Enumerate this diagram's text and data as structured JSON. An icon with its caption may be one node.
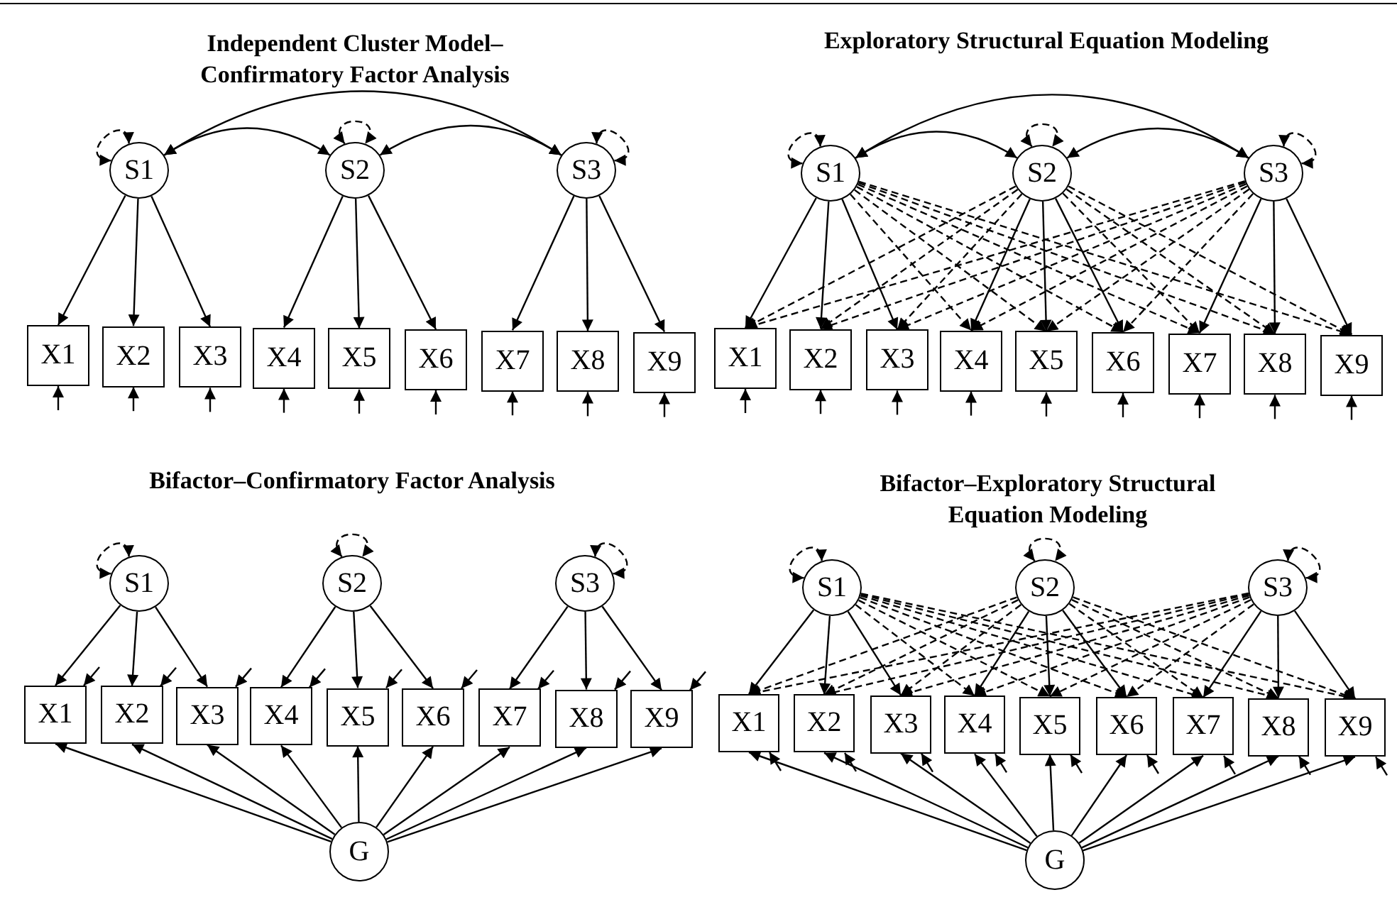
{
  "diagram": {
    "nodes": [
      {
        "text": [
          "S1"
        ]
      },
      {
        "text": [
          "S2"
        ]
      },
      {
        "text": [
          "S3"
        ]
      },
      {
        "text": [
          "X1"
        ]
      },
      {
        "text": [
          "X2"
        ]
      },
      {
        "text": [
          "X3"
        ]
      },
      {
        "text": [
          "X4"
        ]
      },
      {
        "text": [
          "X5"
        ]
      },
      {
        "text": [
          "X6"
        ]
      },
      {
        "text": [
          "X7"
        ]
      },
      {
        "text": [
          "X8"
        ]
      },
      {
        "text": [
          "X9"
        ]
      },
      {
        "text": [
          "S1"
        ]
      },
      {
        "text": [
          "S2"
        ]
      },
      {
        "text": [
          "S3"
        ]
      },
      {
        "text": [
          "X1"
        ]
      },
      {
        "text": [
          "X2"
        ]
      },
      {
        "text": [
          "X3"
        ]
      },
      {
        "text": [
          "X4"
        ]
      },
      {
        "text": [
          "X5"
        ]
      },
      {
        "text": [
          "X6"
        ]
      },
      {
        "text": [
          "X7"
        ]
      },
      {
        "text": [
          "X8"
        ]
      },
      {
        "text": [
          "X9"
        ]
      },
      {
        "text": [
          "S1"
        ]
      },
      {
        "text": [
          "S2"
        ]
      },
      {
        "text": [
          "S3"
        ]
      },
      {
        "text": [
          "X1"
        ]
      },
      {
        "text": [
          "X2"
        ]
      },
      {
        "text": [
          "X3"
        ]
      },
      {
        "text": [
          "X4"
        ]
      },
      {
        "text": [
          "X5"
        ]
      },
      {
        "text": [
          "X6"
        ]
      },
      {
        "text": [
          "X7"
        ]
      },
      {
        "text": [
          "X8"
        ]
      },
      {
        "text": [
          "X9"
        ]
      },
      {
        "text": [
          "G"
        ]
      },
      {
        "text": [
          "S1"
        ]
      },
      {
        "text": [
          "S2"
        ]
      },
      {
        "text": [
          "S3"
        ]
      },
      {
        "text": [
          "X1"
        ]
      },
      {
        "text": [
          "X2"
        ]
      },
      {
        "text": [
          "X3"
        ]
      },
      {
        "text": [
          "X4"
        ]
      },
      {
        "text": [
          "X5"
        ]
      },
      {
        "text": [
          "X6"
        ]
      },
      {
        "text": [
          "X7"
        ]
      },
      {
        "text": [
          "X8"
        ]
      },
      {
        "text": [
          "X9"
        ]
      },
      {
        "text": [
          "G"
        ]
      }
    ],
    "edges": [
      {
        "from": 0,
        "to": 2,
        "arrow": "both"
      },
      {
        "from": 0,
        "to": 0,
        "arrow": "both",
        "style": "dashed"
      },
      {
        "from": 1,
        "to": 1,
        "arrow": "both",
        "style": "dashed"
      },
      {
        "from": 2,
        "to": 2,
        "arrow": "both",
        "style": "dashed"
      },
      {
        "from": 0,
        "to": 1,
        "arrow": "both"
      },
      {
        "from": 1,
        "to": 2,
        "arrow": "both"
      },
      {
        "from": 0,
        "to": 3,
        "arrow": "to"
      },
      {
        "from": 0,
        "to": 4,
        "arrow": "to"
      },
      {
        "from": 0,
        "to": 5,
        "arrow": "to"
      },
      {
        "from": 1,
        "to": 6,
        "arrow": "to"
      },
      {
        "from": 1,
        "to": 7,
        "arrow": "to"
      },
      {
        "from": 1,
        "to": 8,
        "arrow": "to"
      },
      {
        "from": 2,
        "to": 9,
        "arrow": "to"
      },
      {
        "from": 2,
        "to": 10,
        "arrow": "to"
      },
      {
        "from": 2,
        "to": 11,
        "arrow": "to"
      },
      {
        "from": null,
        "to": 3,
        "arrow": "to"
      },
      {
        "from": null,
        "to": 4,
        "arrow": "to"
      },
      {
        "from": null,
        "to": 5,
        "arrow": "to"
      },
      {
        "from": null,
        "to": 6,
        "arrow": "to"
      },
      {
        "from": null,
        "to": 7,
        "arrow": "to"
      },
      {
        "from": null,
        "to": 8,
        "arrow": "to"
      },
      {
        "from": null,
        "to": 9,
        "arrow": "to"
      },
      {
        "from": null,
        "to": 10,
        "arrow": "to"
      },
      {
        "from": null,
        "to": 11,
        "arrow": "to"
      },
      {
        "from": 12,
        "to": 14,
        "arrow": "both"
      },
      {
        "from": 12,
        "to": 12,
        "arrow": "both",
        "style": "dashed"
      },
      {
        "from": 13,
        "to": 13,
        "arrow": "both",
        "style": "dashed"
      },
      {
        "from": 14,
        "to": 14,
        "arrow": "both",
        "style": "dashed"
      },
      {
        "from": 12,
        "to": 13,
        "arrow": "both"
      },
      {
        "from": 13,
        "to": 14,
        "arrow": "both"
      },
      {
        "from": 12,
        "to": 15,
        "arrow": "to"
      },
      {
        "from": 12,
        "to": 16,
        "arrow": "to"
      },
      {
        "from": 12,
        "to": 17,
        "arrow": "to"
      },
      {
        "from": 12,
        "to": 18,
        "arrow": "to",
        "style": "dashed"
      },
      {
        "from": 12,
        "to": 19,
        "arrow": "to",
        "style": "dashed"
      },
      {
        "from": 12,
        "to": 20,
        "arrow": "to",
        "style": "dashed"
      },
      {
        "from": 12,
        "to": 21,
        "arrow": "to",
        "style": "dashed"
      },
      {
        "from": 12,
        "to": 22,
        "arrow": "to",
        "style": "dashed"
      },
      {
        "from": 12,
        "to": 23,
        "arrow": "to",
        "style": "dashed"
      },
      {
        "from": 13,
        "to": 15,
        "arrow": "to",
        "style": "dashed"
      },
      {
        "from": 13,
        "to": 16,
        "arrow": "to",
        "style": "dashed"
      },
      {
        "from": 13,
        "to": 17,
        "arrow": "to",
        "style": "dashed"
      },
      {
        "from": 13,
        "to": 18,
        "arrow": "to"
      },
      {
        "from": 13,
        "to": 19,
        "arrow": "to"
      },
      {
        "from": 13,
        "to": 20,
        "arrow": "to"
      },
      {
        "from": 13,
        "to": 21,
        "arrow": "to",
        "style": "dashed"
      },
      {
        "from": 13,
        "to": 22,
        "arrow": "to",
        "style": "dashed"
      },
      {
        "from": 13,
        "to": 23,
        "arrow": "to",
        "style": "dashed"
      },
      {
        "from": 14,
        "to": 15,
        "arrow": "to",
        "style": "dashed"
      },
      {
        "from": 14,
        "to": 16,
        "arrow": "to",
        "style": "dashed"
      },
      {
        "from": 14,
        "to": 17,
        "arrow": "to",
        "style": "dashed"
      },
      {
        "from": 14,
        "to": 18,
        "arrow": "to",
        "style": "dashed"
      },
      {
        "from": 14,
        "to": 19,
        "arrow": "to",
        "style": "dashed"
      },
      {
        "from": 14,
        "to": 20,
        "arrow": "to",
        "style": "dashed"
      },
      {
        "from": 14,
        "to": 21,
        "arrow": "to"
      },
      {
        "from": 14,
        "to": 22,
        "arrow": "to"
      },
      {
        "from": 14,
        "to": 23,
        "arrow": "to"
      },
      {
        "from": null,
        "to": 15,
        "arrow": "to"
      },
      {
        "from": null,
        "to": 16,
        "arrow": "to"
      },
      {
        "from": null,
        "to": 17,
        "arrow": "to"
      },
      {
        "from": null,
        "to": 18,
        "arrow": "to"
      },
      {
        "from": null,
        "to": 19,
        "arrow": "to"
      },
      {
        "from": null,
        "to": 20,
        "arrow": "to"
      },
      {
        "from": null,
        "to": 21,
        "arrow": "to"
      },
      {
        "from": null,
        "to": 22,
        "arrow": "to"
      },
      {
        "from": null,
        "to": 23,
        "arrow": "to"
      },
      {
        "from": 24,
        "to": 24,
        "arrow": "both",
        "style": "dashed"
      },
      {
        "from": 25,
        "to": 25,
        "arrow": "both",
        "style": "dashed"
      },
      {
        "from": 26,
        "to": 26,
        "arrow": "both",
        "style": "dashed"
      },
      {
        "from": 24,
        "to": 27,
        "arrow": "to"
      },
      {
        "from": 24,
        "to": 28,
        "arrow": "to"
      },
      {
        "from": 24,
        "to": 29,
        "arrow": "to"
      },
      {
        "from": 25,
        "to": 30,
        "arrow": "to"
      },
      {
        "from": 25,
        "to": 31,
        "arrow": "to"
      },
      {
        "from": 25,
        "to": 32,
        "arrow": "to"
      },
      {
        "from": 26,
        "to": 33,
        "arrow": "to"
      },
      {
        "from": 26,
        "to": 34,
        "arrow": "to"
      },
      {
        "from": 26,
        "to": 35,
        "arrow": "to"
      },
      {
        "from": null,
        "to": 27,
        "arrow": "to"
      },
      {
        "from": null,
        "to": 28,
        "arrow": "to"
      },
      {
        "from": null,
        "to": 29,
        "arrow": "to"
      },
      {
        "from": null,
        "to": 30,
        "arrow": "to"
      },
      {
        "from": null,
        "to": 31,
        "arrow": "to"
      },
      {
        "from": null,
        "to": 32,
        "arrow": "to"
      },
      {
        "from": null,
        "to": 33,
        "arrow": "to"
      },
      {
        "from": null,
        "to": 34,
        "arrow": "to"
      },
      {
        "from": null,
        "to": 35,
        "arrow": "to"
      },
      {
        "from": 36,
        "to": 27,
        "arrow": "to"
      },
      {
        "from": 36,
        "to": 28,
        "arrow": "to"
      },
      {
        "from": 36,
        "to": 29,
        "arrow": "to"
      },
      {
        "from": 36,
        "to": 30,
        "arrow": "to"
      },
      {
        "from": 36,
        "to": 31,
        "arrow": "to"
      },
      {
        "from": 36,
        "to": 32,
        "arrow": "to"
      },
      {
        "from": 36,
        "to": 33,
        "arrow": "to"
      },
      {
        "from": 36,
        "to": 34,
        "arrow": "to"
      },
      {
        "from": 36,
        "to": 35,
        "arrow": "to"
      },
      {
        "from": 37,
        "to": 37,
        "arrow": "both",
        "style": "dashed"
      },
      {
        "from": 38,
        "to": 38,
        "arrow": "both",
        "style": "dashed"
      },
      {
        "from": 39,
        "to": 39,
        "arrow": "both",
        "style": "dashed"
      },
      {
        "from": 37,
        "to": 40,
        "arrow": "to"
      },
      {
        "from": 37,
        "to": 41,
        "arrow": "to"
      },
      {
        "from": 37,
        "to": 42,
        "arrow": "to"
      },
      {
        "from": 37,
        "to": 43,
        "arrow": "to",
        "style": "dashed"
      },
      {
        "from": 37,
        "to": 44,
        "arrow": "to",
        "style": "dashed"
      },
      {
        "from": 37,
        "to": 45,
        "arrow": "to",
        "style": "dashed"
      },
      {
        "from": 37,
        "to": 46,
        "arrow": "to",
        "style": "dashed"
      },
      {
        "from": 37,
        "to": 47,
        "arrow": "to",
        "style": "dashed"
      },
      {
        "from": 37,
        "to": 48,
        "arrow": "to",
        "style": "dashed"
      },
      {
        "from": 38,
        "to": 40,
        "arrow": "to",
        "style": "dashed"
      },
      {
        "from": 38,
        "to": 41,
        "arrow": "to",
        "style": "dashed"
      },
      {
        "from": 38,
        "to": 42,
        "arrow": "to",
        "style": "dashed"
      },
      {
        "from": 38,
        "to": 43,
        "arrow": "to"
      },
      {
        "from": 38,
        "to": 44,
        "arrow": "to"
      },
      {
        "from": 38,
        "to": 45,
        "arrow": "to"
      },
      {
        "from": 38,
        "to": 46,
        "arrow": "to",
        "style": "dashed"
      },
      {
        "from": 38,
        "to": 47,
        "arrow": "to",
        "style": "dashed"
      },
      {
        "from": 38,
        "to": 48,
        "arrow": "to",
        "style": "dashed"
      },
      {
        "from": 39,
        "to": 40,
        "arrow": "to",
        "style": "dashed"
      },
      {
        "from": 39,
        "to": 41,
        "arrow": "to",
        "style": "dashed"
      },
      {
        "from": 39,
        "to": 42,
        "arrow": "to",
        "style": "dashed"
      },
      {
        "from": 39,
        "to": 43,
        "arrow": "to",
        "style": "dashed"
      },
      {
        "from": 39,
        "to": 44,
        "arrow": "to",
        "style": "dashed"
      },
      {
        "from": 39,
        "to": 45,
        "arrow": "to",
        "style": "dashed"
      },
      {
        "from": 39,
        "to": 46,
        "arrow": "to"
      },
      {
        "from": 39,
        "to": 47,
        "arrow": "to"
      },
      {
        "from": 39,
        "to": 48,
        "arrow": "to"
      },
      {
        "from": null,
        "to": 40,
        "arrow": "to"
      },
      {
        "from": null,
        "to": 41,
        "arrow": "to"
      },
      {
        "from": null,
        "to": 42,
        "arrow": "to"
      },
      {
        "from": null,
        "to": 43,
        "arrow": "to"
      },
      {
        "from": null,
        "to": 44,
        "arrow": "to"
      },
      {
        "from": null,
        "to": 45,
        "arrow": "to"
      },
      {
        "from": null,
        "to": 46,
        "arrow": "to"
      },
      {
        "from": null,
        "to": 47,
        "arrow": "to"
      },
      {
        "from": null,
        "to": 48,
        "arrow": "to"
      },
      {
        "from": 49,
        "to": 40,
        "arrow": "to"
      },
      {
        "from": 49,
        "to": 41,
        "arrow": "to"
      },
      {
        "from": 49,
        "to": 42,
        "arrow": "to"
      },
      {
        "from": 49,
        "to": 43,
        "arrow": "to"
      },
      {
        "from": 49,
        "to": 44,
        "arrow": "to"
      },
      {
        "from": 49,
        "to": 45,
        "arrow": "to"
      },
      {
        "from": 49,
        "to": 46,
        "arrow": "to"
      },
      {
        "from": 49,
        "to": 47,
        "arrow": "to"
      },
      {
        "from": 49,
        "to": 48,
        "arrow": "to"
      }
    ],
    "labels": [
      "Independent Cluster Model– Confirmatory Factor Analysis",
      "Exploratory Structural Equation Modeling",
      "Bifactor–Confirmatory Factor Analysis",
      "Bifactor–Exploratory Structural Equation Modeling"
    ]
  }
}
